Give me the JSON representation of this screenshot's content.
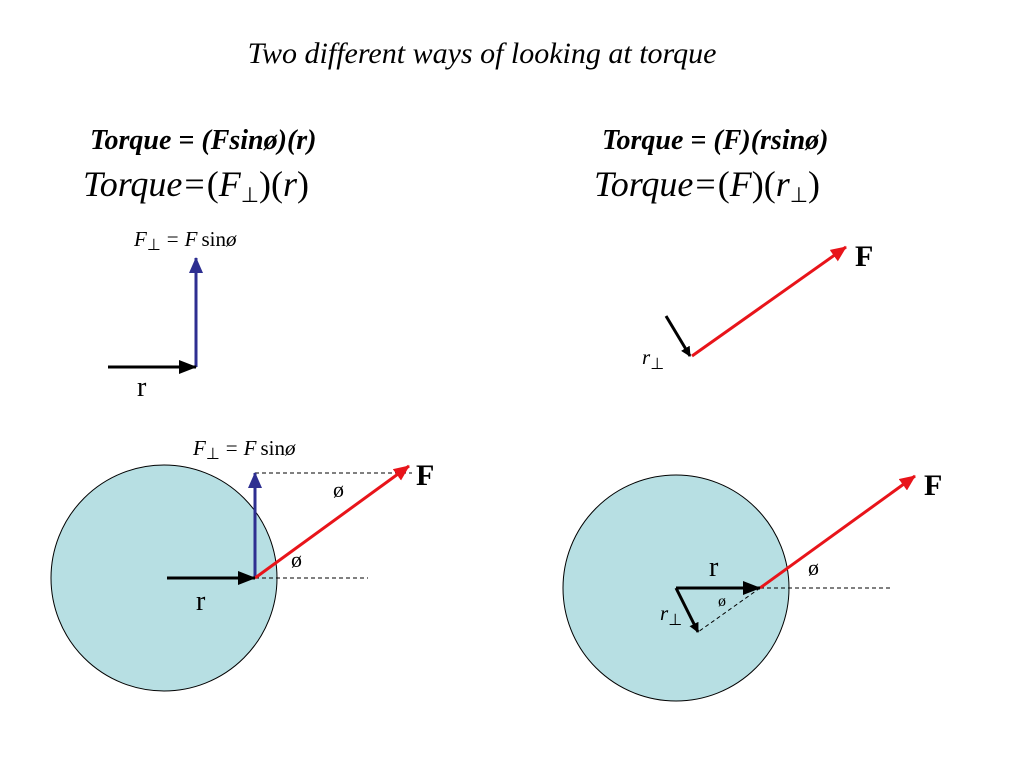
{
  "title": "Two different ways of looking at torque",
  "left": {
    "heading": "Torque = (Fsinø)(r)",
    "equation": {
      "lhs": "Torque",
      "eq": "=",
      "f_open": "(",
      "f_sym": "F",
      "f_sub": "⊥",
      "f_close": ")",
      "r_open": "(",
      "r_sym": "r",
      "r_close": ")"
    },
    "fperp_label": {
      "sym": "F",
      "sub": "⊥",
      "eq": "=",
      "rhs_F": "F",
      "rhs_fn": "sin",
      "rhs_angle": "ø"
    },
    "r_label": "r",
    "circle_fperp_label": {
      "sym": "F",
      "sub": "⊥",
      "eq": "=",
      "rhs_F": "F",
      "rhs_fn": "sin",
      "rhs_angle": "ø"
    },
    "circle_angle_top": "ø",
    "circle_angle_bottom": "ø",
    "circle_F_label": "F",
    "circle_r_label": "r"
  },
  "right": {
    "heading": "Torque = (F)(rsinø)",
    "equation": {
      "lhs": "Torque",
      "eq": "=",
      "f_open": "(",
      "f_sym": "F",
      "f_close": ")",
      "r_open": "(",
      "r_sym": "r",
      "r_sub": "⊥",
      "r_close": ")"
    },
    "F_label": "F",
    "rperp_label": {
      "sym": "r",
      "sub": "⊥"
    },
    "circle_F_label": "F",
    "circle_r_label": "r",
    "circle_angle_outer": "ø",
    "circle_angle_inner": "ø",
    "circle_rperp_label": {
      "sym": "r",
      "sub": "⊥"
    }
  },
  "colors": {
    "disk_fill": "#b7dfe3",
    "force_arrow": "#e8141a",
    "perp_arrow": "#2e2f91",
    "lever_arrow": "#000000"
  }
}
